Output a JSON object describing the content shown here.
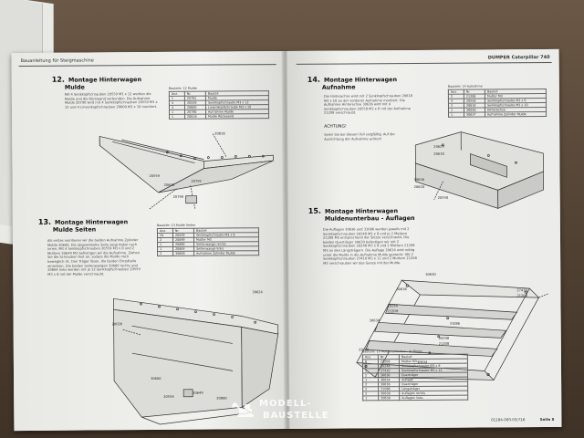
{
  "left_page": {
    "running_head": "Bauanleitung für Steigmaschine",
    "sec12": {
      "number": "12.",
      "title_l1": "Montage Hinterwagen",
      "title_l2": "Mulde",
      "text": "Mit 4 Senkkopfschrauben 20559 M3 x 12 werden die Mulde und die Rückwand verbunden. Die Aufnahme Mulde 20790 wird mit 4 Senkkopfschrauben 20559 M3 x 12 und 4 Linsenkopfschrauben 20600 M3 x 10 montiert.",
      "table": {
        "caption": "Bauteile: 12 Mulde",
        "headers": [
          "Anz.",
          "Nr.",
          "Bauteil"
        ],
        "rows": [
          [
            "1",
            "20791",
            "Mulde"
          ],
          [
            "4",
            "20559",
            "Senkkopfschraube M3 x 12"
          ],
          [
            "4",
            "20600",
            "Linsenkopfschraube M3 x 10"
          ],
          [
            "1",
            "20790",
            "Aufnahme Mulde"
          ],
          [
            "1",
            "20818",
            "Mulde Rückwand"
          ]
        ]
      },
      "callouts": {
        "a": "20818",
        "b": "20559",
        "c": "20600",
        "d": "20790",
        "e": "20791"
      }
    },
    "sec13": {
      "number": "13.",
      "title_l1": "Montage Hinterwagen",
      "title_l2": "Mulde Seiten",
      "text": "Als erstes montieren wir die beiden Aufnahme Zylinder Mulde 30606. Die abgewinkelte Seite zeigt dabei nach innen. Mit 4 Senkkopfschrauben 20559 M3 x 8 und 2 Muttern 20649 M3 befestigen wir die Aufnahme. Ziehen Sie die Schrauben fest an, sodass die Mulde noch beweglich ist. Den Träger lösen, die beiden Einzelteile einsetzen. Die beiden Seitenwangen 20880 rechts und 20864 links werden mit je 12 Senkkopfschrauben 20559 M3 x 8 mit der Mulde verschraubt.",
      "table": {
        "caption": "Bauteile: 13 Mulde Seiten",
        "headers": [
          "Anz.",
          "Nr.",
          "Bauteil"
        ],
        "rows": [
          [
            "24",
            "20559",
            "Senkkopfschraube M3 x 8"
          ],
          [
            "2",
            "20649",
            "Mutter M3"
          ],
          [
            "1",
            "20880",
            "Seitenwange rechts"
          ],
          [
            "1",
            "20864",
            "Seitenwange links"
          ],
          [
            "2",
            "30606",
            "Aufnahme Zylinder Mulde"
          ]
        ]
      },
      "callouts": {
        "a": "30624",
        "b": "20026",
        "c": "30606",
        "d": "20559",
        "e": "20649",
        "f": "20880"
      }
    }
  },
  "right_page": {
    "running_head": "DUMPER Caterpillar 740",
    "sec14": {
      "number": "14.",
      "title_l1": "Montage Hinterwagen",
      "title_l2": "Aufnahme",
      "text": "Die Hinterachse wird mit 2 Senkkopfschrauben 20618 M3 x 10 an der vorderen Aufnahme montiert. Die Aufnahme Hinterachse 30636 wird mit 4 Senkkopfschrauben 20558 M3 x 6 mit der Aufnahme 21208 verschraubt.",
      "attention": "ACHTUNG!",
      "attention_text": "Seien Sie bei diesem Teil sorgfältig. Auf die Ausrichtung der Aufnahme achten!",
      "table": {
        "caption": "Bauteile: 14 Aufnahme",
        "headers": [
          "Anz.",
          "Nr.",
          "Bauteil"
        ],
        "rows": [
          [
            "2",
            "21208",
            "Mutter M3"
          ],
          [
            "4",
            "20558",
            "Senkkopfschraube M3 x 6"
          ],
          [
            "2",
            "20618",
            "Senkkopfschraube M3 x 10"
          ],
          [
            "1",
            "30636",
            "Hinterachse"
          ],
          [
            "1",
            "30637",
            "Aufnahme Zylinder Mulde"
          ]
        ]
      },
      "callouts": {
        "a": "20629",
        "b": "20618",
        "c": "30636",
        "d": "20620",
        "e": "20558"
      }
    },
    "sec15": {
      "number": "15.",
      "title_l1": "Montage Hinterwagen",
      "title_l2": "Muldenunterbau - Auflagen",
      "text": "Die Auflagen 30636 und 31086 werden jeweils mit 2 Senkkopfschrauben 20248 M3 x 8 und je 2 Muttern 21208 M3 entsprechend der Skizze verschraubt. Die beiden Querträger 30630 befestigen wir mit 2 Senkkopfschrauben 20248 M3 x 8 und 2 Muttern 21208 M3 an den Längsträgern. Die Auflage 30634 wird mittig unter die Mulde in die Aufnahme Mulde gesteckt. Mit 2 Senkkopfschrauben 27410 M3 x 12 und 2 Muttern 21208 M3 verschrauben wir das Ganze mit der Mulde.",
      "table": {
        "caption": "Bauteile: 15 Muldenunterbau - Auflagen",
        "headers": [
          "Anz.",
          "Nr.",
          "Bauteil"
        ],
        "rows": [
          [
            "8",
            "21208",
            "Mutter M3"
          ],
          [
            "6",
            "20248",
            "Senkkopfschraube M3 x 8"
          ],
          [
            "2",
            "27410",
            "Senkkopfschraube M3 x 12"
          ],
          [
            "2",
            "30630",
            "Querträger"
          ],
          [
            "1",
            "30634",
            "Auflage"
          ],
          [
            "2",
            "30636",
            "Querträger"
          ],
          [
            "2",
            "31086",
            "Längsträger"
          ],
          [
            "2",
            "30638",
            "Auflagen rechts"
          ],
          [
            "1",
            "30639",
            "Auflagen links"
          ]
        ]
      },
      "callouts": {
        "a": "30630",
        "b": "27410",
        "c": "21208",
        "d": "30636",
        "e": "20248",
        "f": "21209",
        "g": "31086",
        "h": "30634",
        "i": "20248",
        "j": "21208",
        "k": "31086",
        "l": "30634"
      }
    },
    "footer_right": "Seite 8",
    "footer_code": "01184-000-03/716"
  },
  "watermark": {
    "line1": "MODELL-",
    "line2": "BAUSTELLE"
  }
}
